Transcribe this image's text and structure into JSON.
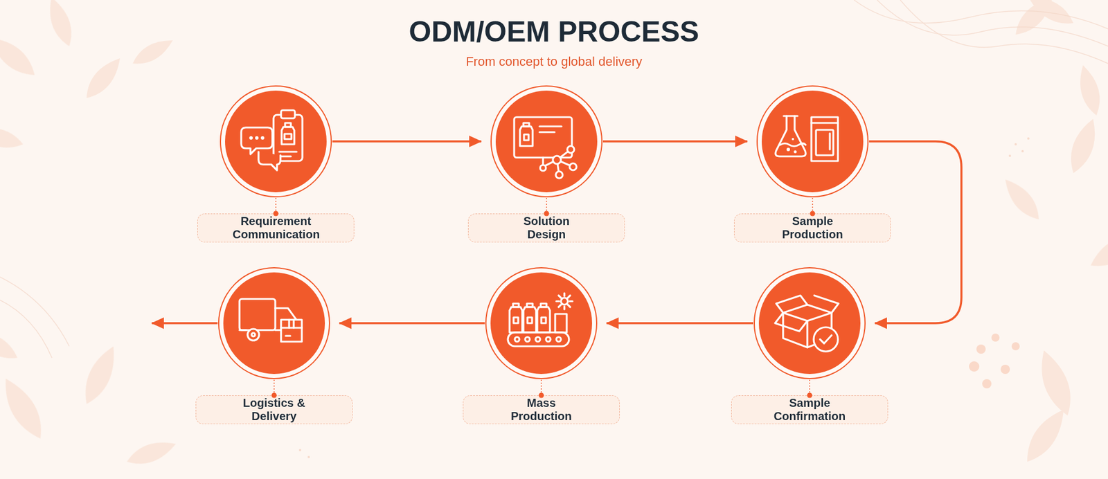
{
  "diagram": {
    "title": "ODM/OEM PROCESS",
    "nodes": [
      {
        "text": [
          "Requirement Communication"
        ]
      },
      {
        "text": [
          "Solution Design"
        ]
      },
      {
        "text": [
          "Sample Production"
        ]
      },
      {
        "text": [
          "Sample Confirmation"
        ]
      },
      {
        "text": [
          "Mass Production"
        ]
      },
      {
        "text": [
          "Logistics & Delivery"
        ]
      }
    ],
    "edges": [
      {
        "from": 0,
        "to": 1,
        "arrow": "to"
      },
      {
        "from": 1,
        "to": 2,
        "arrow": "to"
      },
      {
        "from": 2,
        "to": 3,
        "arrow": "to"
      },
      {
        "from": 3,
        "to": 4,
        "arrow": "to"
      },
      {
        "from": 4,
        "to": 5,
        "arrow": "to"
      }
    ],
    "labels": [
      "From concept to global delivery"
    ]
  }
}
